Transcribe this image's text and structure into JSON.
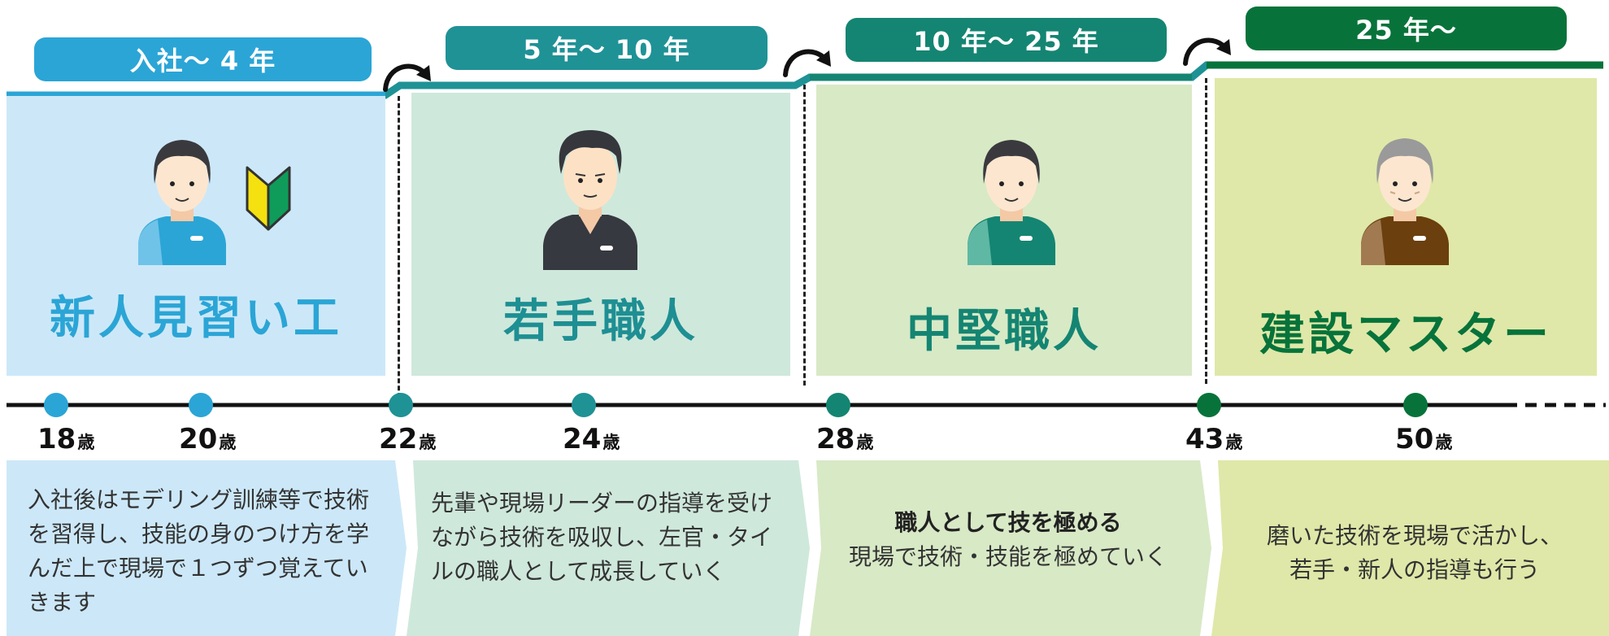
{
  "stages": [
    {
      "tenure": "入社〜 4 年",
      "role": "新人見習い工",
      "color": "#2ba5d6",
      "title_color": "#2ba5d6",
      "panel_bg": "#cce8f8",
      "desc_bg": "#cce8f8"
    },
    {
      "tenure": "5 年〜 10 年",
      "role": "若手職人",
      "color": "#1f9296",
      "title_color": "#1e8f93",
      "panel_bg": "#cfe8dc",
      "desc_bg": "#cfe8dc"
    },
    {
      "tenure": "10 年〜 25 年",
      "role": "中堅職人",
      "color": "#148572",
      "title_color": "#148572",
      "panel_bg": "#d8e9c6",
      "desc_bg": "#d8e9c6"
    },
    {
      "tenure": "25 年〜",
      "role": "建設マスター",
      "color": "#07733a",
      "title_color": "#07733a",
      "panel_bg": "#dfe8a8",
      "desc_bg": "#dfe8a8"
    }
  ],
  "ages": [
    {
      "num": "18",
      "unit": "歳",
      "dot_color": "#2ba5d6"
    },
    {
      "num": "20",
      "unit": "歳",
      "dot_color": "#2ba5d6"
    },
    {
      "num": "22",
      "unit": "歳",
      "dot_color": "#1f9296"
    },
    {
      "num": "24",
      "unit": "歳",
      "dot_color": "#1f9296"
    },
    {
      "num": "28",
      "unit": "歳",
      "dot_color": "#148572"
    },
    {
      "num": "43",
      "unit": "歳",
      "dot_color": "#07733a"
    },
    {
      "num": "50",
      "unit": "歳",
      "dot_color": "#07733a"
    }
  ],
  "descriptions": {
    "d1": [
      "入社後はモデリング訓練等で技術",
      "を習得し、技能の身のつけ方を学",
      "んだ上で現場で１つずつ覚えてい",
      "きます"
    ],
    "d2": [
      "先輩や現場リーダーの指導を受け",
      "ながら技術を吸収し、左官・タイ",
      "ルの職人として成長していく"
    ],
    "d3_bold": "職人として技を極める",
    "d3": "現場で技術・技能を極めていく",
    "d4": [
      "磨いた技術を現場で活かし、",
      "若手・新人の指導も行う"
    ]
  },
  "icons": [
    "person-beginner-icon",
    "beginner-leaf-mark-icon",
    "person-young-icon",
    "person-mid-icon",
    "person-senior-icon",
    "curved-arrow-icon"
  ]
}
